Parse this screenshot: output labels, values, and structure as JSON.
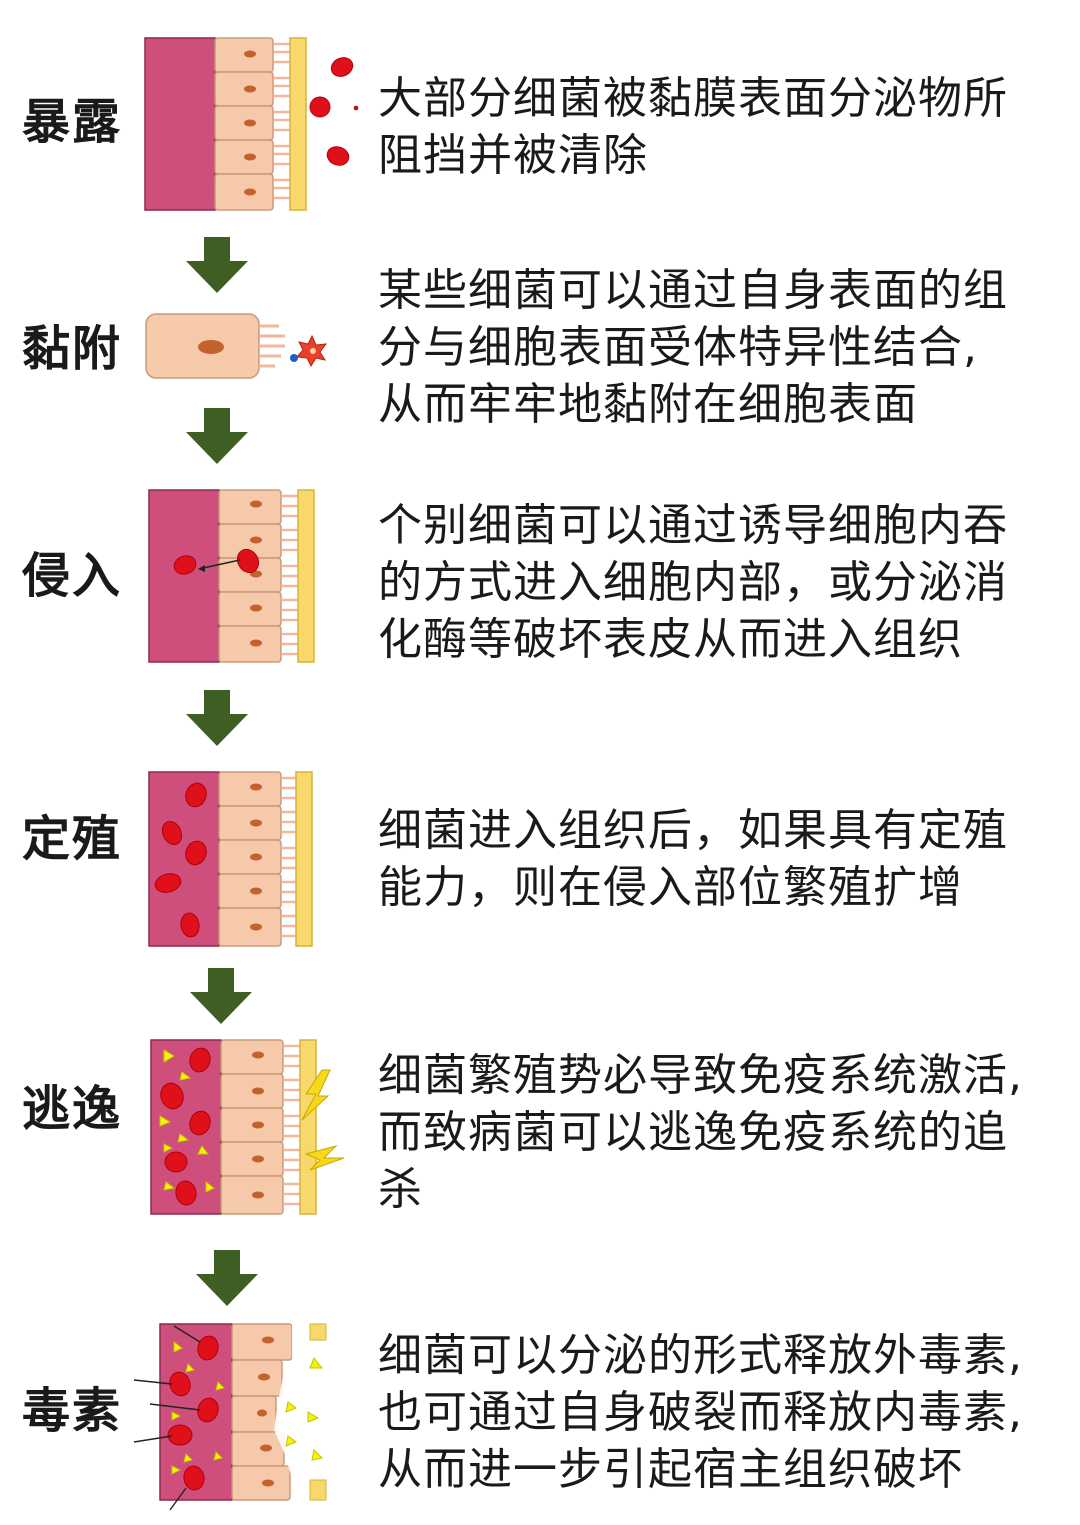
{
  "stages": [
    {
      "label": "暴露",
      "icon": "bacteria-blocked-by-mucus-illustration",
      "lines": [
        "大部分细菌被黏膜表面分泌物所",
        "阻挡并被清除"
      ]
    },
    {
      "label": "黏附",
      "icon": "bacterium-binding-cell-receptor-illustration",
      "lines": [
        "某些细菌可以通过自身表面的组",
        "分与细胞表面受体特异性结合,",
        "从而牢牢地黏附在细胞表面"
      ]
    },
    {
      "label": "侵入",
      "icon": "bacteria-entering-tissue-illustration",
      "lines": [
        "个别细菌可以通过诱导细胞内吞",
        "的方式进入细胞内部，或分泌消",
        "化酶等破坏表皮从而进入组织"
      ]
    },
    {
      "label": "定殖",
      "icon": "bacteria-colonizing-tissue-illustration",
      "lines": [
        "细菌进入组织后，如果具有定殖",
        "能力，则在侵入部位繁殖扩增"
      ]
    },
    {
      "label": "逃逸",
      "icon": "bacteria-evading-immune-system-illustration",
      "lines": [
        "细菌繁殖势必导致免疫系统激活,",
        "而致病菌可以逃逸免疫系统的追",
        "杀"
      ]
    },
    {
      "label": "毒素",
      "icon": "bacteria-releasing-toxins-illustration",
      "lines": [
        "细菌可以分泌的形式释放外毒素,",
        "也可通过自身破裂而释放内毒素,",
        "从而进一步引起宿主组织破坏"
      ]
    }
  ],
  "colors": {
    "tissue": "#cf4f7c",
    "tissue_border": "#8a2a4e",
    "cell": "#f6c9ab",
    "cell_border": "#c99a7a",
    "nucleus": "#c4622d",
    "mucus": "#f8d86a",
    "bacteria": "#e0101a",
    "toxin": "#f4f20a",
    "lightning": "#f8d81a",
    "arrow": "#3f5e24"
  }
}
